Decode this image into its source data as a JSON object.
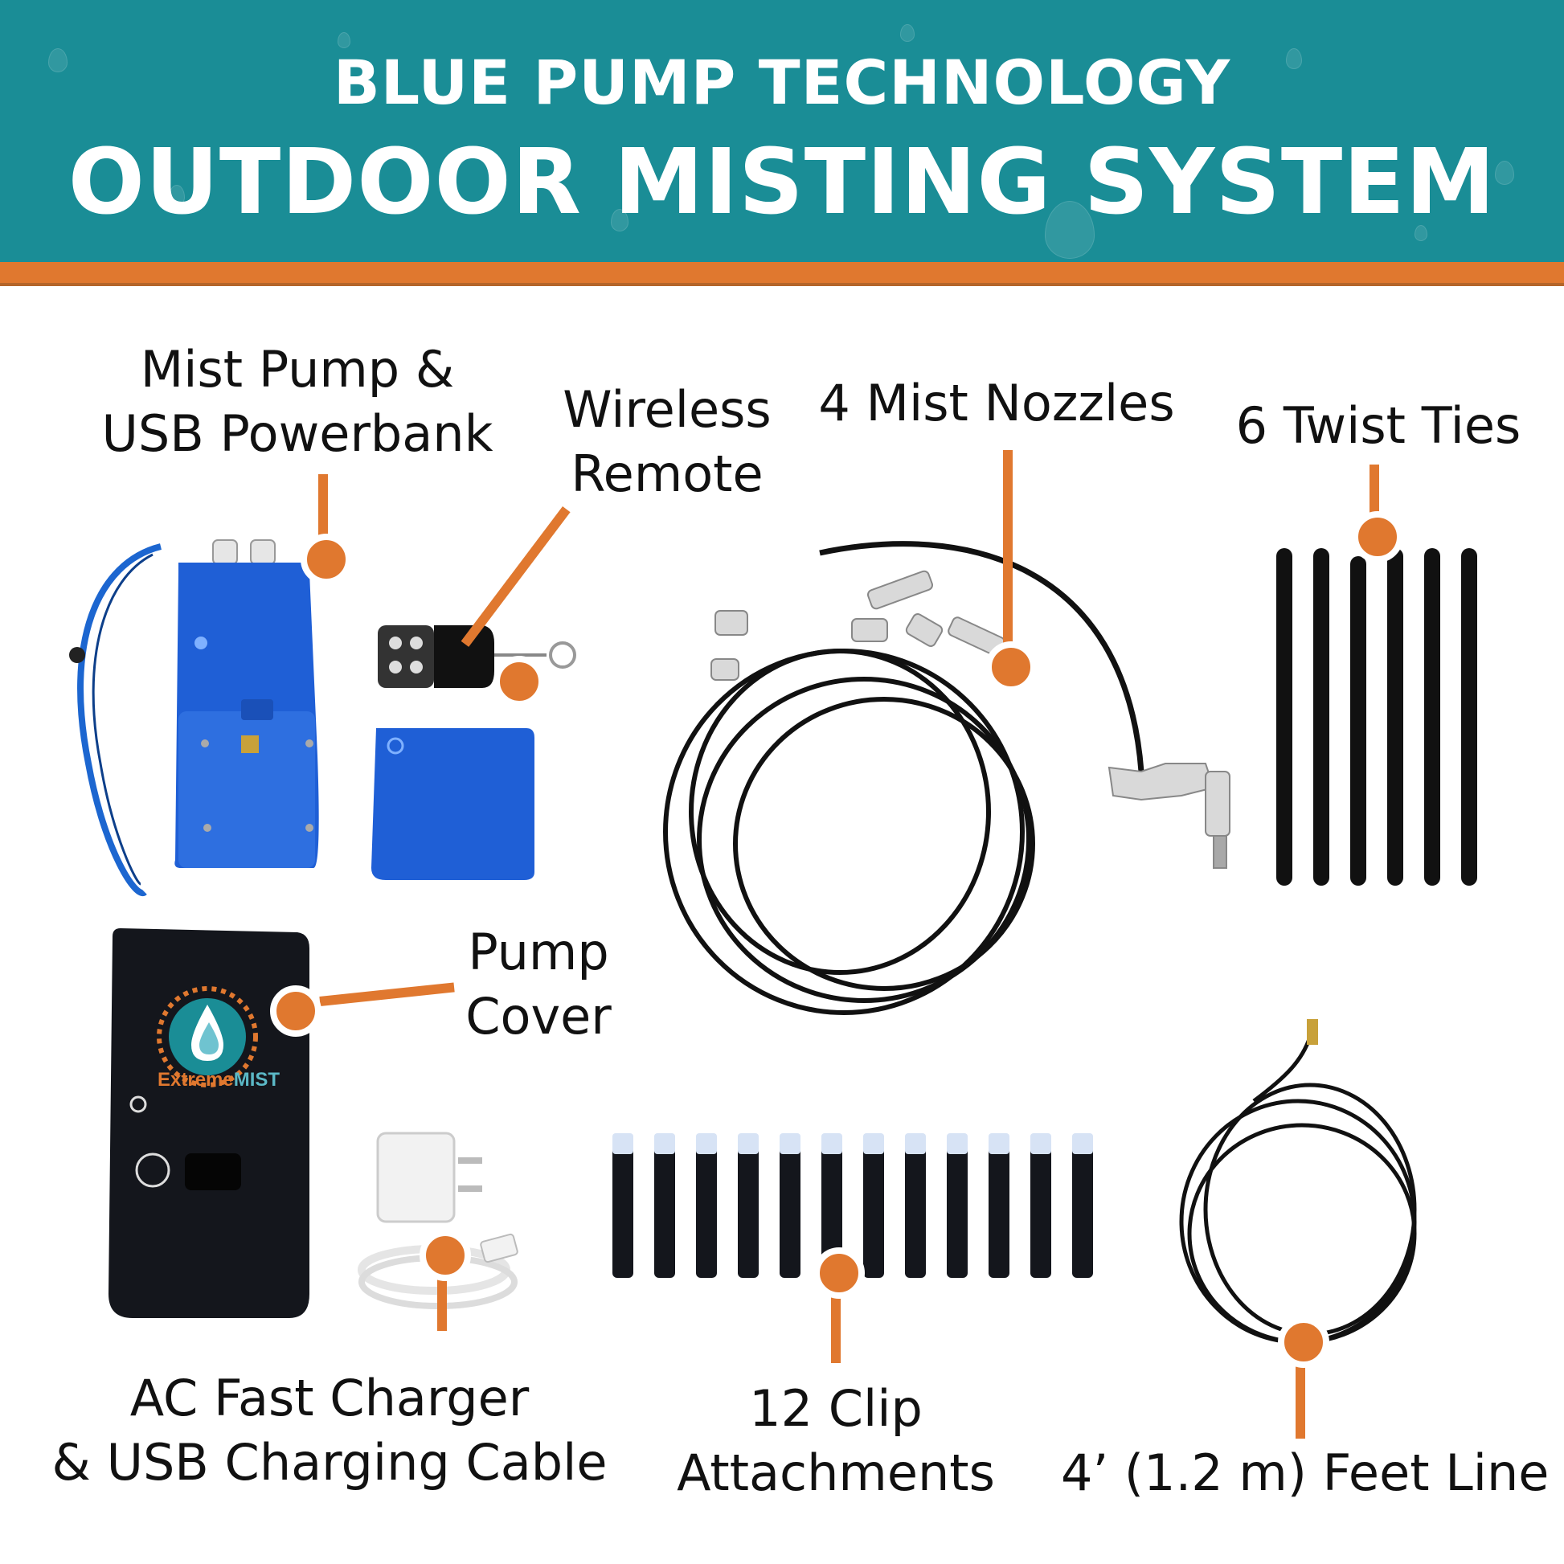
{
  "header": {
    "line1": "BLUE PUMP TECHNOLOGY",
    "line2": "OUTDOOR MISTING SYSTEM"
  },
  "labels": {
    "pump_line1": "Mist Pump &",
    "pump_line2": "USB Powerbank",
    "remote_line1": "Wireless",
    "remote_line2": "Remote",
    "nozzles": "4 Mist Nozzles",
    "ties": "6 Twist Ties",
    "cover_line1": "Pump",
    "cover_line2": "Cover",
    "charger_line1": "AC Fast Charger",
    "charger_line2": "& USB Charging Cable",
    "clips_line1": "12 Clip",
    "clips_line2": "Attachments",
    "line": "4’ (1.2 m) Feet Line"
  },
  "logo": {
    "brand_a": "Extreme",
    "brand_b": "MIST"
  },
  "colors": {
    "header_bg": "#1a8d96",
    "accent_orange": "#e0782f",
    "pump_blue": "#1f5fd6"
  }
}
